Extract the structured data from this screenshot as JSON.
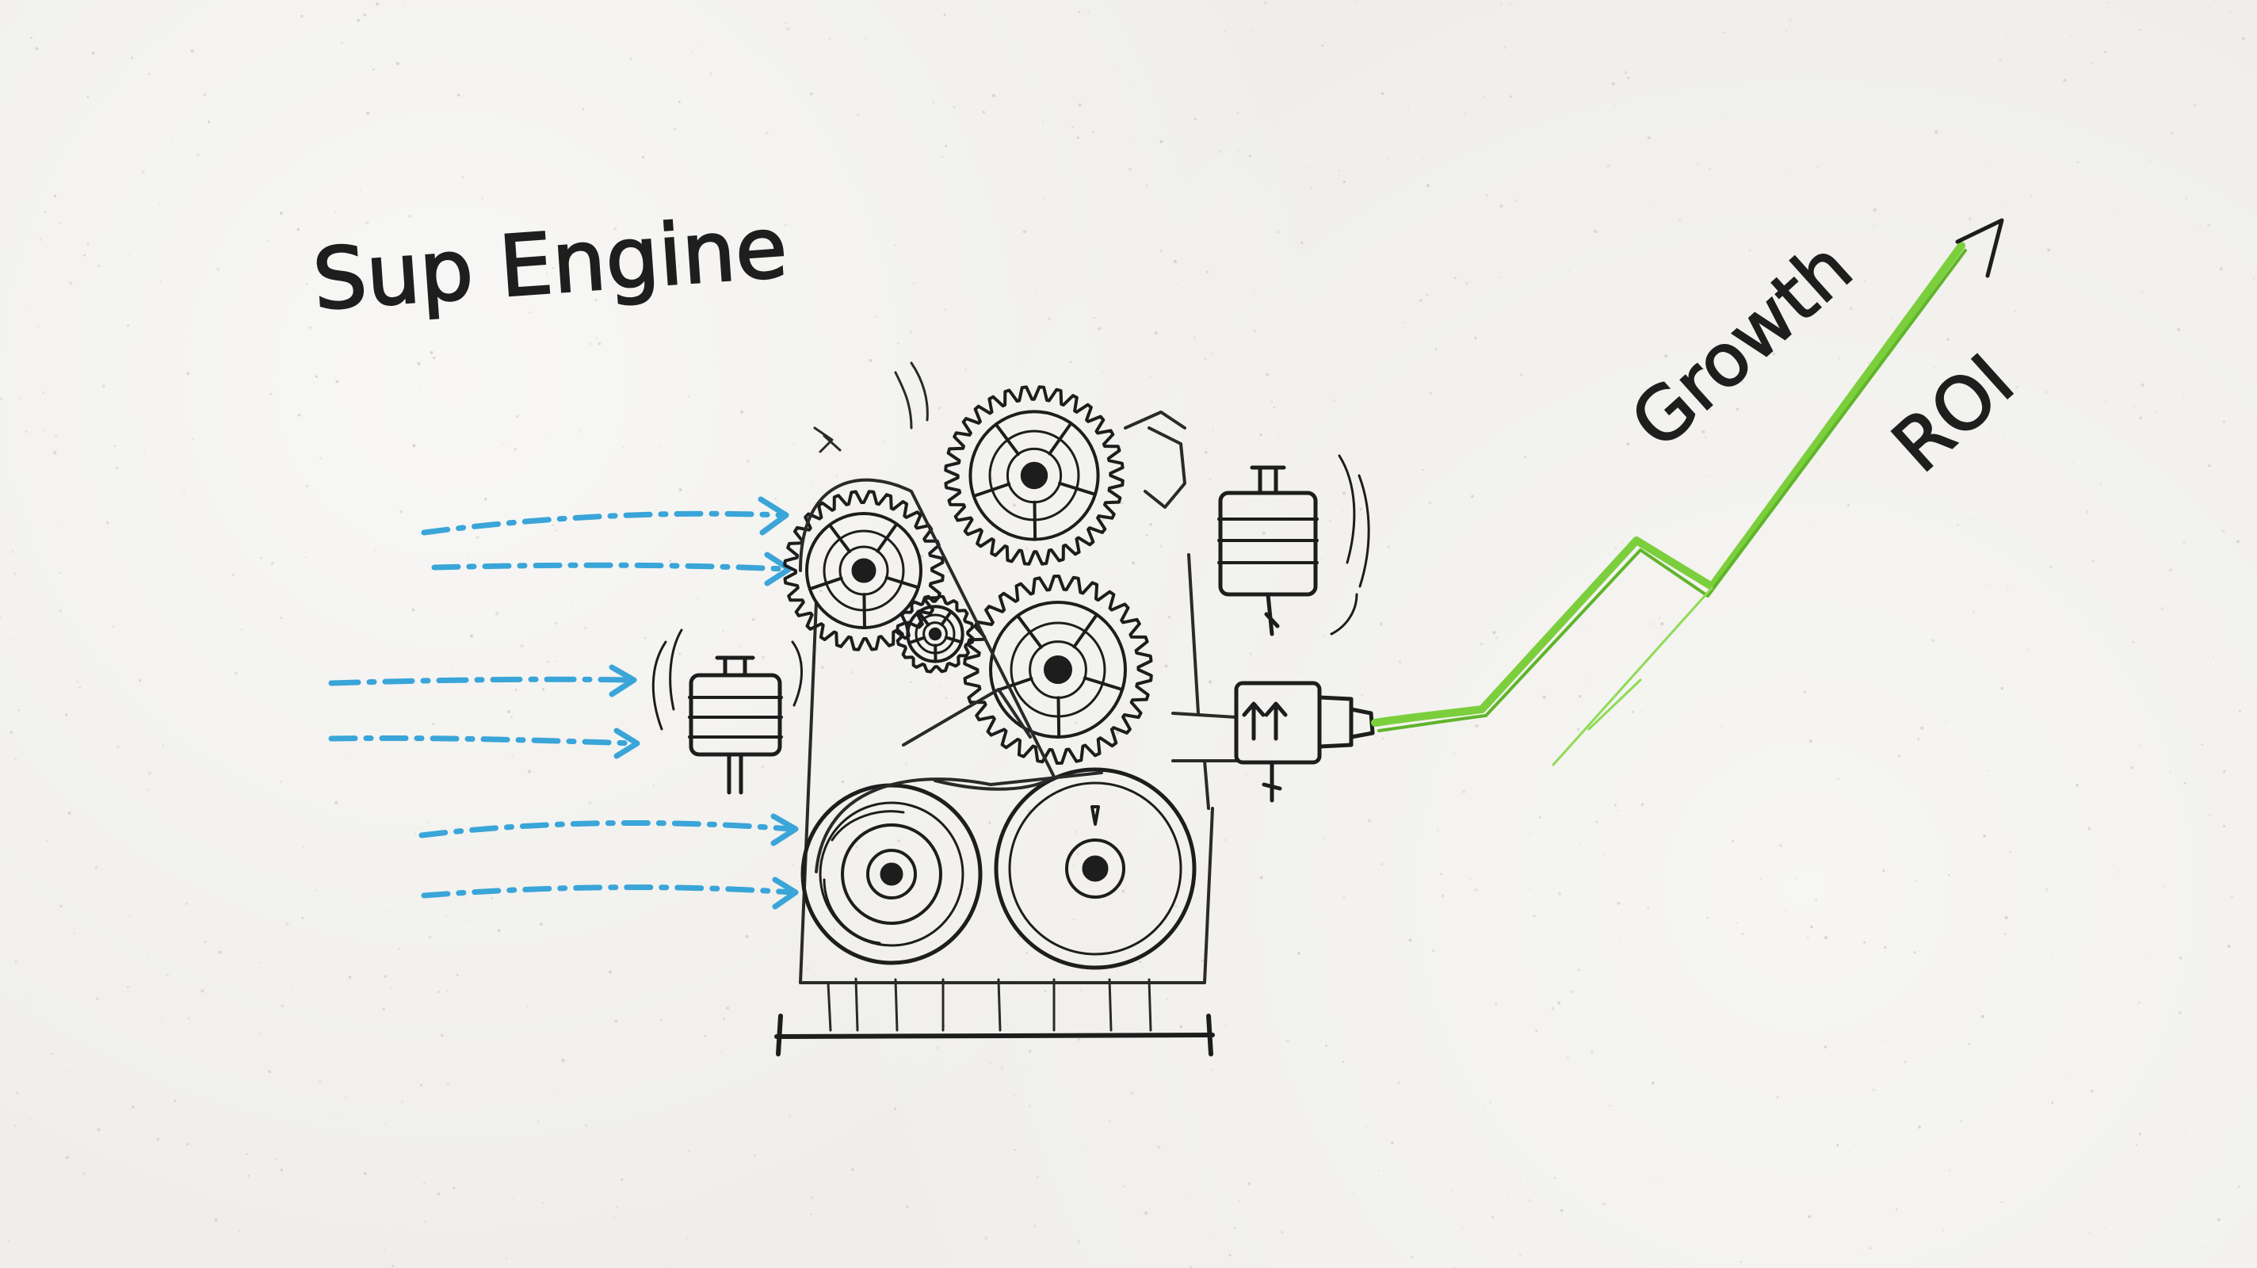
{
  "title": "Sup Engine",
  "labels": {
    "growth": "Growth",
    "roi": "ROI"
  },
  "colors": {
    "ink": "#1d1d1d",
    "input_flow": "#3aa5d8",
    "growth_line": "#7ccf3c",
    "paper": "#efeeea"
  },
  "icons": {
    "gears": "gear-icon",
    "input_arrows": "arrow-right-icon",
    "output_arrow": "arrow-up-right-icon"
  }
}
